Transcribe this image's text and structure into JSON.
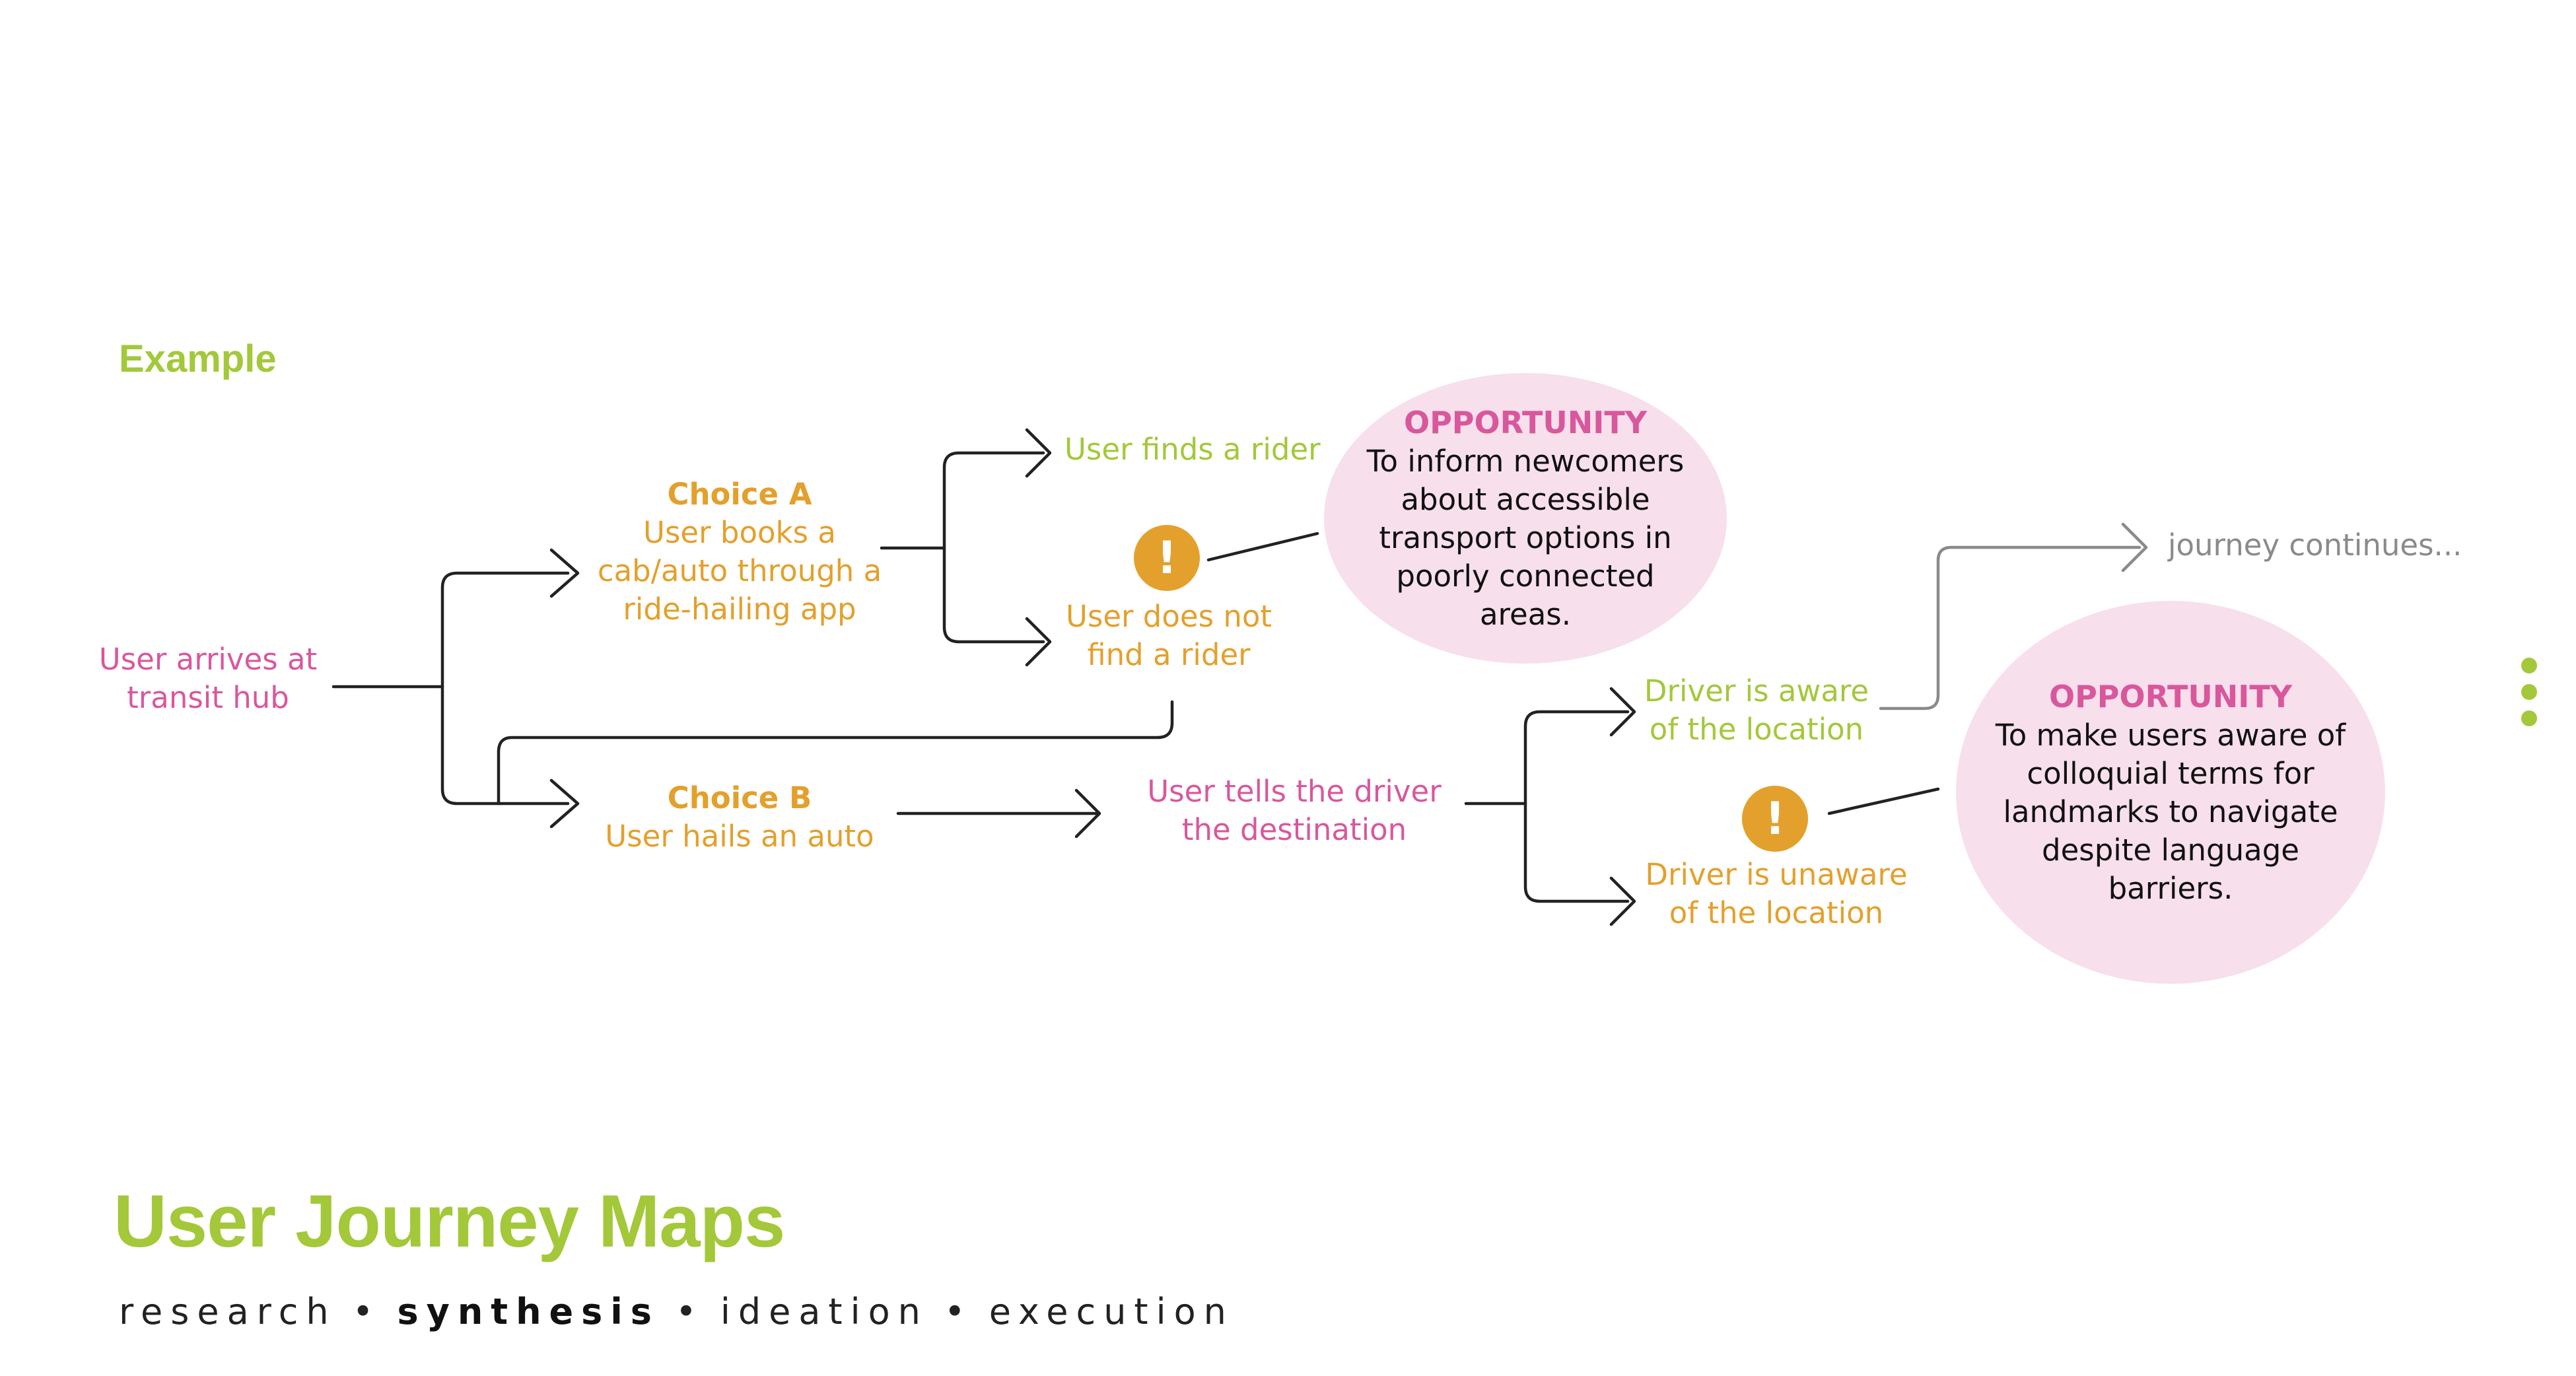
{
  "example_label": "Example",
  "nodes": {
    "arrives": [
      "User arrives at",
      "transit hub"
    ],
    "choice_a_title": "Choice A",
    "choice_a_body": [
      "User books a",
      "cab/auto through a",
      "ride-hailing app"
    ],
    "choice_b_title": "Choice B",
    "choice_b_body": "User hails an auto",
    "finds_rider": "User finds a rider",
    "not_find_rider": [
      "User does not",
      "find a rider"
    ],
    "tells_driver": [
      "User tells the driver",
      "the destination"
    ],
    "driver_aware": [
      "Driver is aware",
      "of the location"
    ],
    "driver_unaware": [
      "Driver is unaware",
      "of the location"
    ],
    "journey_continues": "journey continues..."
  },
  "opportunities": [
    {
      "heading": "OPPORTUNITY",
      "body": [
        "To inform newcomers",
        "about accessible",
        "transport options in",
        "poorly connected",
        "areas."
      ]
    },
    {
      "heading": "OPPORTUNITY",
      "body": [
        "To make users aware of",
        "colloquial terms for",
        "landmarks to navigate",
        "despite language",
        "barriers."
      ]
    }
  ],
  "alert_glyph": "!",
  "title": "User Journey Maps",
  "steps": {
    "research": "research",
    "synthesis": "synthesis",
    "ideation": "ideation",
    "execution": "execution",
    "separator": "•"
  },
  "colors": {
    "pink": "#d9579c",
    "orange": "#e3a02c",
    "green": "#a3c83a",
    "bubble": "#f7dfec",
    "line": "#222222",
    "grey": "#8a8a8a"
  }
}
